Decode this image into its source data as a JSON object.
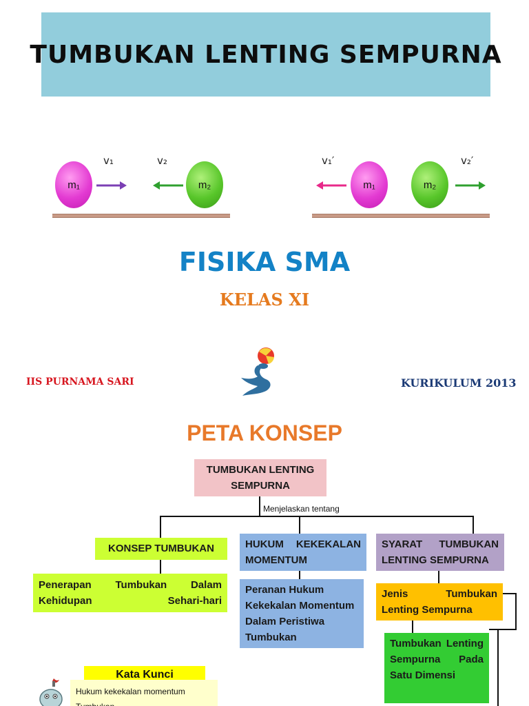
{
  "header": {
    "title": "TUMBUKAN LENTING SEMPURNA"
  },
  "illustration": {
    "before": {
      "ball1": "m₁",
      "ball2": "m₂",
      "v1": "v₁",
      "v2": "v₂"
    },
    "after": {
      "ball1": "m₁",
      "ball2": "m₂",
      "v1": "v₁′",
      "v2": "v₂′"
    }
  },
  "titles": {
    "subject": "FISIKA SMA",
    "grade": "KELAS XI",
    "author": "IIS PURNAMA SARI",
    "curriculum": "KURIKULUM 2013",
    "map_title": "PETA KONSEP"
  },
  "concept_map": {
    "root": "TUMBUKAN LENTING SEMPURNA",
    "connector": "Menjelaskan tentang",
    "branch1": "KONSEP TUMBUKAN",
    "branch1_child": "Penerapan Tumbukan Dalam Kehidupan Sehari-hari",
    "branch2": "HUKUM KEKEKALAN MOMENTUM",
    "branch2_child": "Peranan Hukum Kekekalan Momentum Dalam Peristiwa Tumbukan",
    "branch3": "SYARAT TUMBUKAN LENTING SEMPURNA",
    "branch3_child": "Jenis Tumbukan Lenting Sempurna",
    "branch3_grandchild": "Tumbukan Lenting Sempurna Pada Satu Dimensi"
  },
  "keywords": {
    "title": "Kata Kunci",
    "item1": "Hukum kekekalan momentum",
    "item2": "Tumbukan"
  },
  "colors": {
    "banner": "#92cddc",
    "root_box": "#f2c3c7",
    "branch1": "#ccff33",
    "branch2": "#8db3e2",
    "branch3": "#b2a1c7",
    "branch3_child": "#ffc000",
    "branch3_grandchild": "#33cc33",
    "keyword_title": "#ffff00"
  }
}
